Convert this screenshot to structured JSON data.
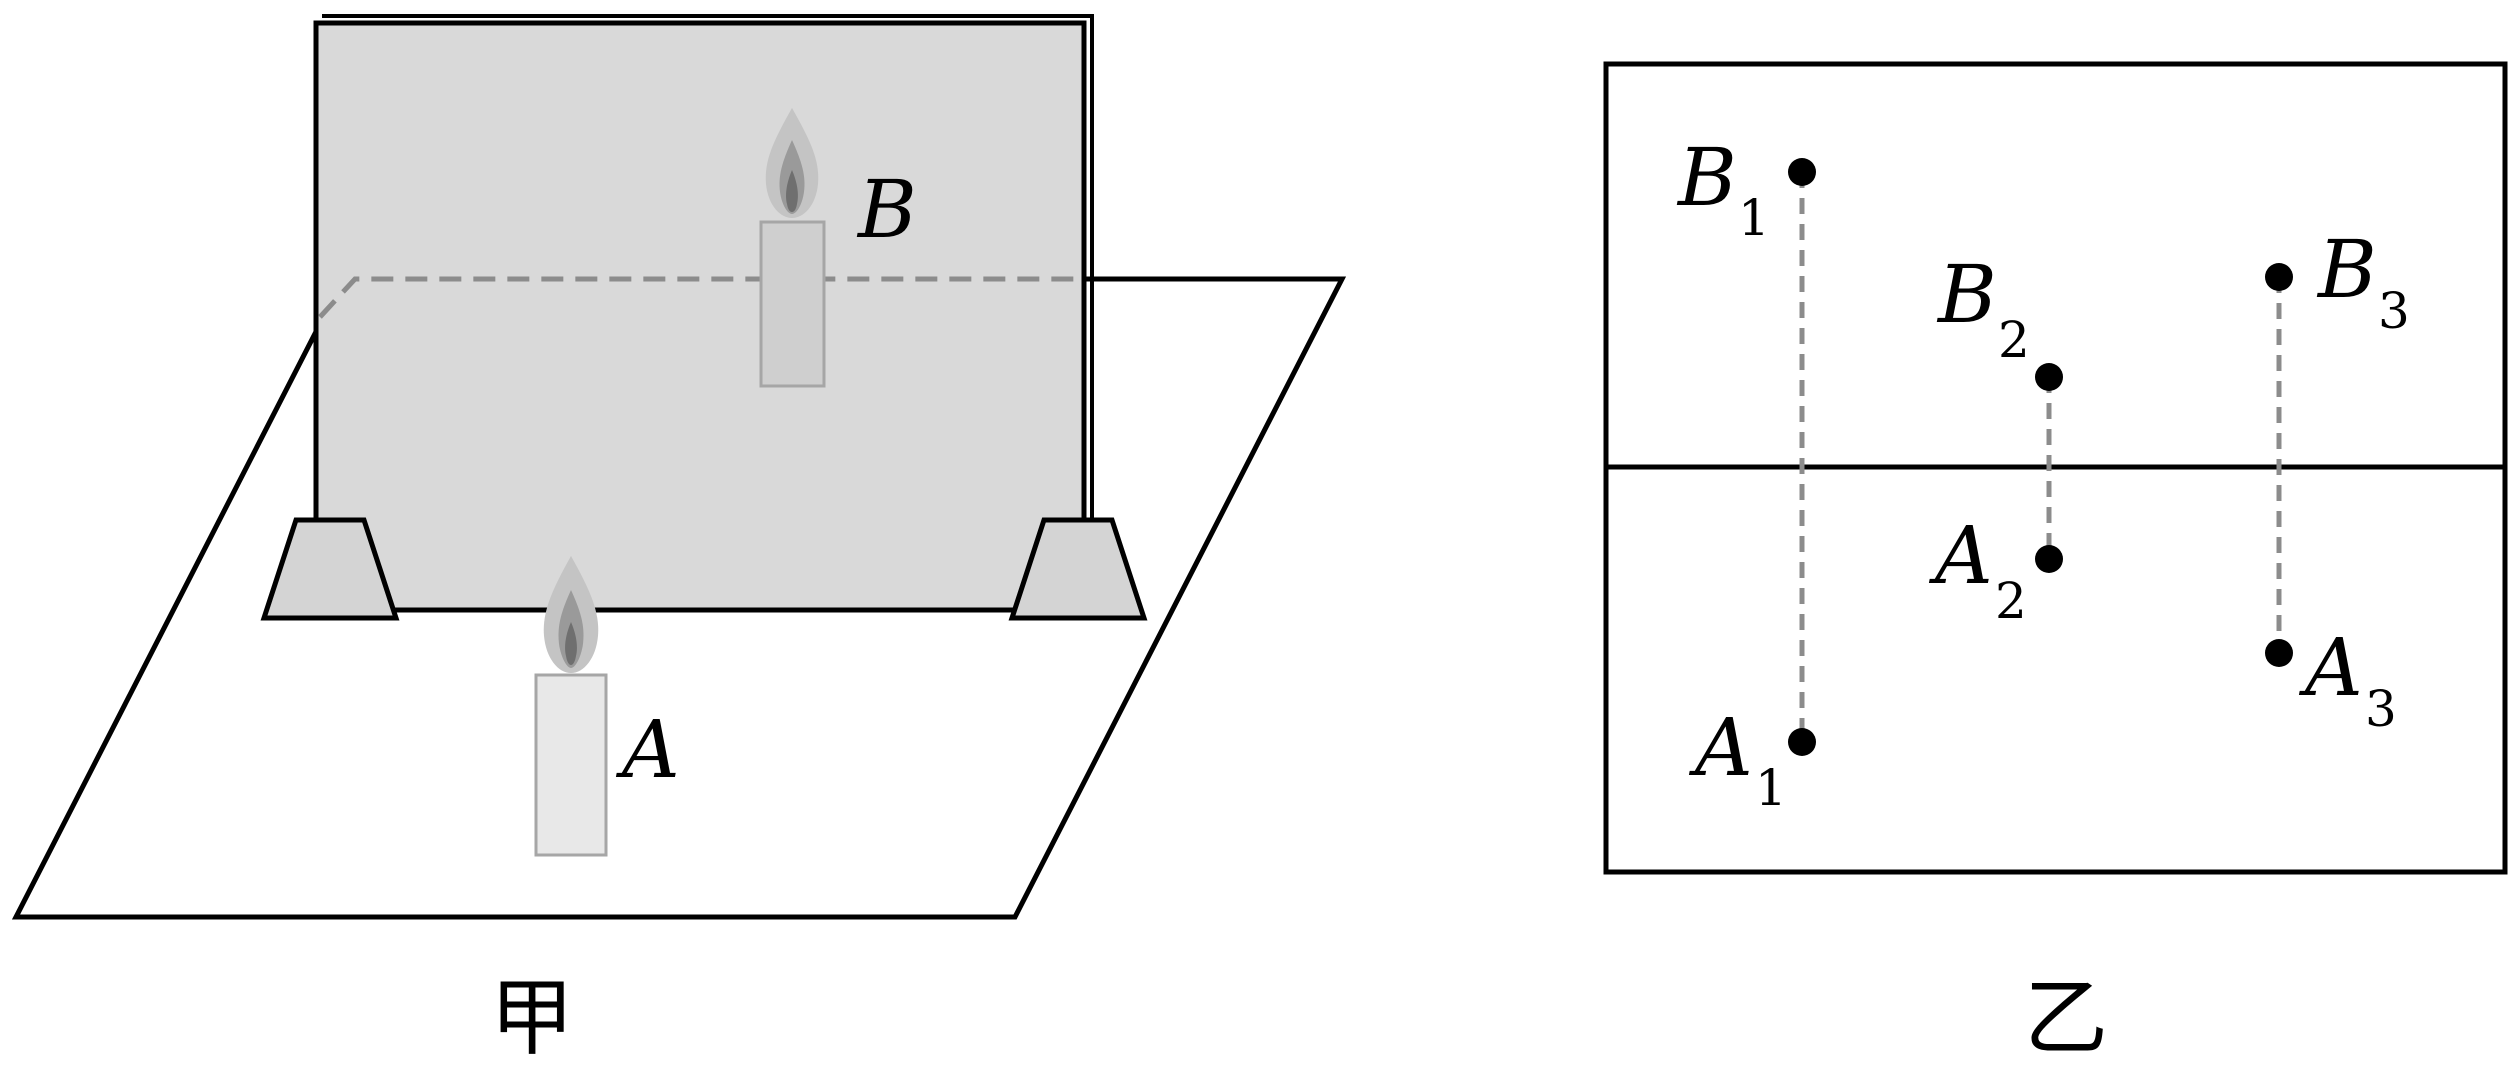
{
  "figure_jia": {
    "caption": "甲",
    "candle_front_label": "A",
    "candle_back_label": "B"
  },
  "figure_yi": {
    "caption": "乙",
    "points": [
      {
        "letter": "B",
        "sub": "1"
      },
      {
        "letter": "A",
        "sub": "1"
      },
      {
        "letter": "B",
        "sub": "2"
      },
      {
        "letter": "A",
        "sub": "2"
      },
      {
        "letter": "B",
        "sub": "3"
      },
      {
        "letter": "A",
        "sub": "3"
      }
    ]
  },
  "colors": {
    "glass": "#d9d9d9",
    "candle_front": "#e8e8e8",
    "candle_back": "#cfcfcf",
    "dashed": "#8c8c8c",
    "flame_outer": "#c0c0c0",
    "flame_inner": "#7a7a7a"
  }
}
